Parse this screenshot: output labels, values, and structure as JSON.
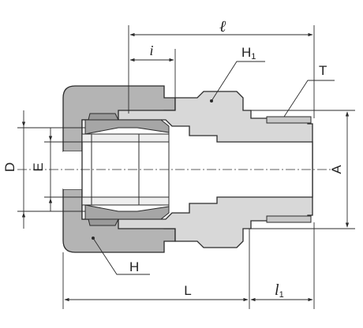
{
  "colors": {
    "nut": "#b4b4b4",
    "body": "#d8d8d8",
    "sleeve": "#a6a6a6",
    "line": "#2b2b2b",
    "background": "#ffffff"
  },
  "labels": {
    "l": "ℓ",
    "i": "i",
    "H1_main": "H",
    "H1_sub": "1",
    "T": "T",
    "D": "D",
    "E": "E",
    "A": "A",
    "H": "H",
    "L": "L",
    "l1_main": "l",
    "l1_sub": "1"
  }
}
